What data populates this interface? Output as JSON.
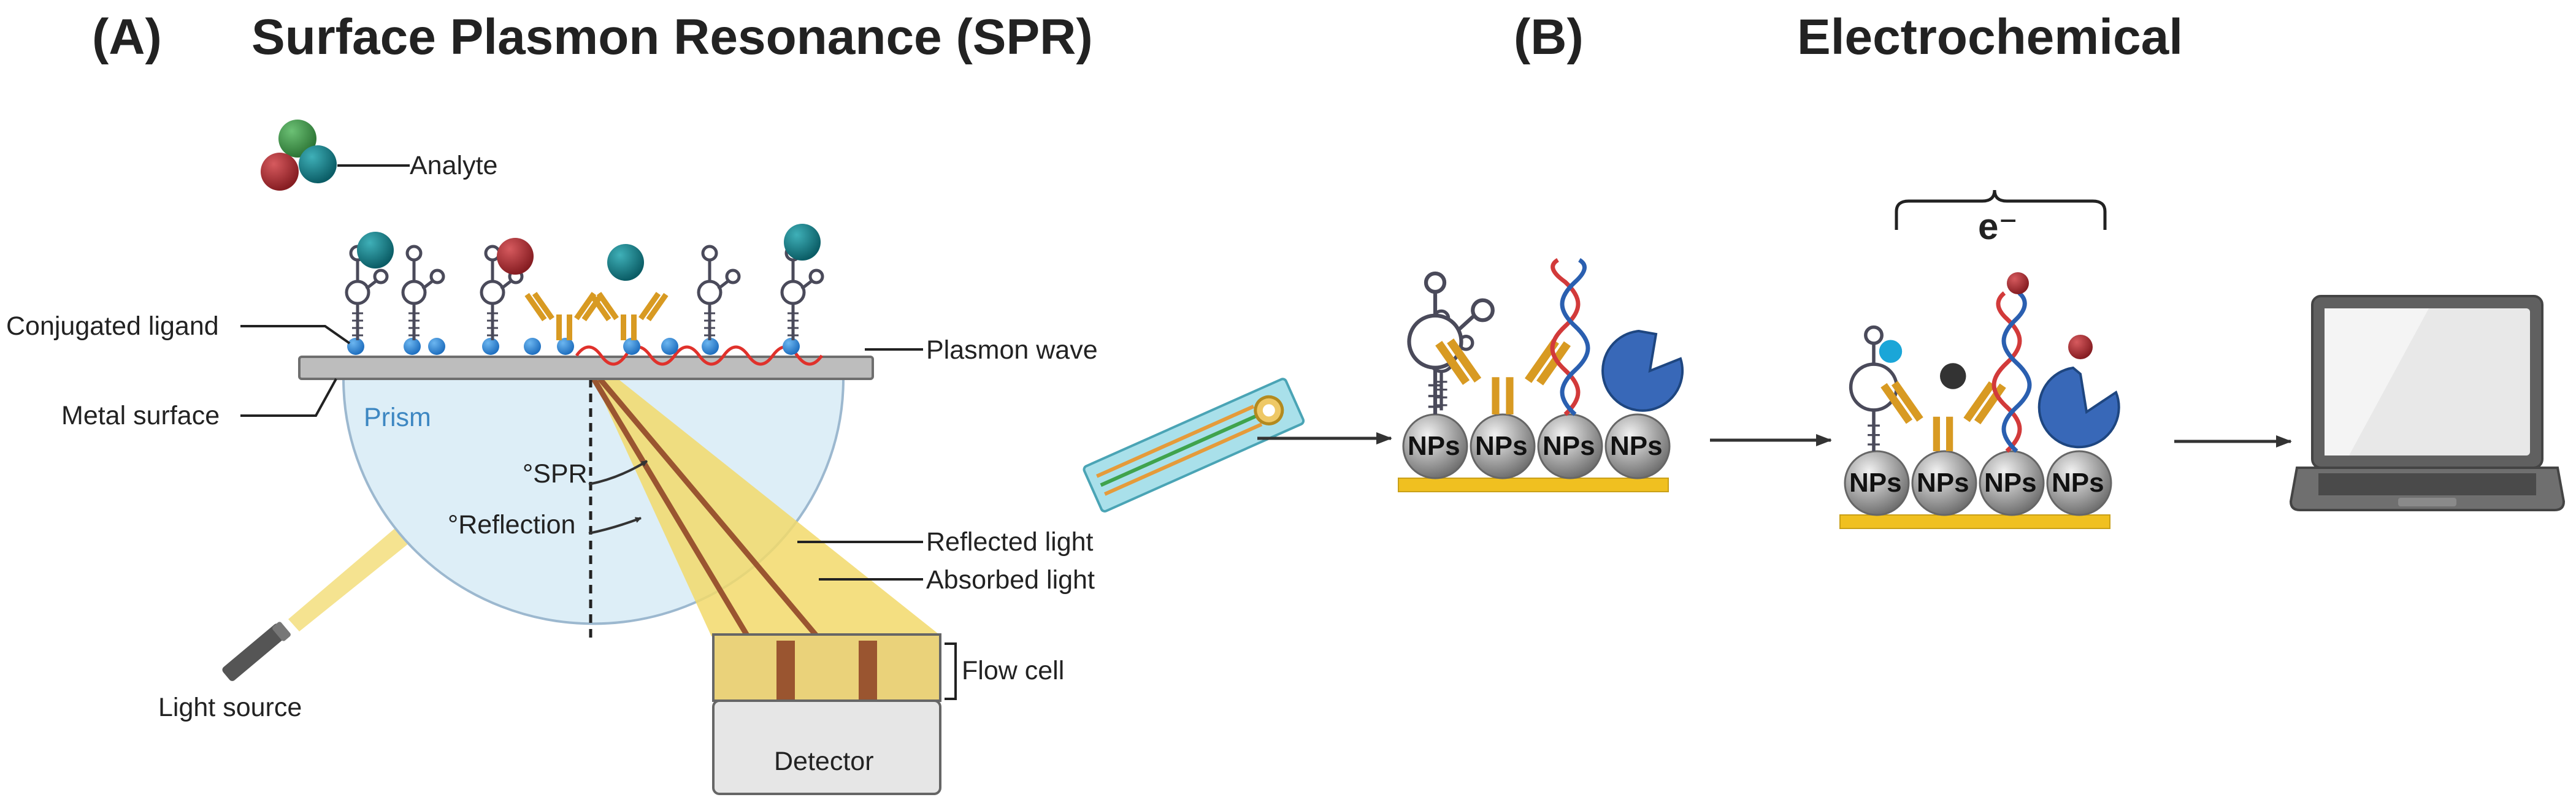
{
  "panel_a": {
    "letter": "(A)",
    "title": "Surface Plasmon Resonance (SPR)",
    "labels": {
      "analyte": "Analyte",
      "conjugated_ligand": "Conjugated ligand",
      "plasmon_wave": "Plasmon wave",
      "metal_surface": "Metal surface",
      "prism": "Prism",
      "spr_angle": "°SPR",
      "reflection_angle": "°Reflection",
      "reflected_light": "Reflected light",
      "absorbed_light": "Absorbed light",
      "flow_cell": "Flow cell",
      "light_source": "Light source",
      "detector": "Detector"
    }
  },
  "panel_b": {
    "letter": "(B)",
    "title": "Electrochemical",
    "electron_label": "e⁻",
    "np_label": "NPs"
  },
  "colors": {
    "analyte_teal": "#0f6f78",
    "analyte_red": "#a3282d",
    "analyte_green": "#3a8f45",
    "ligand_blue": "#2e86d8",
    "antibody_orange": "#d89a22",
    "plasmon_red": "#e0312b",
    "light_yellow": "#f2d96b",
    "prism_blue": "#ddeef7",
    "gold_bar": "#f0c020",
    "enzyme_blue": "#3868b8"
  }
}
